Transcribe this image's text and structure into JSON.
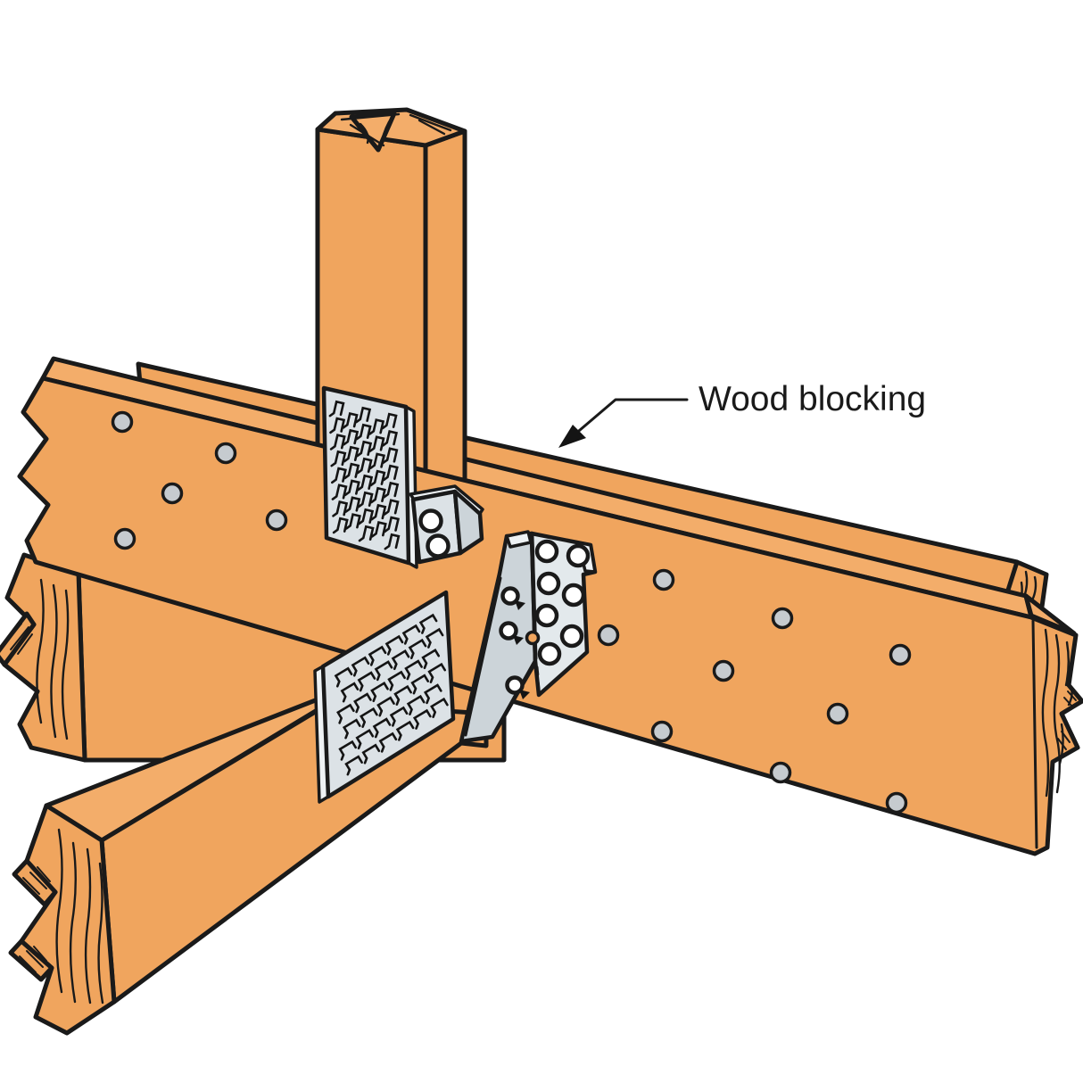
{
  "label": {
    "text": "Wood blocking"
  },
  "colors": {
    "background": "#ffffff",
    "outline": "#1a1a1a",
    "ink": "#141414",
    "wood": "#f0a55e",
    "wood_top": "#f3ad6a",
    "metal": "#dce2e6",
    "metal_light": "#eef2f4",
    "metal_mid": "#ccd4d9",
    "metal_panel": "#e3e9ec",
    "nail_head": "#c6cbcf",
    "hole": "#ffffff"
  },
  "parts": [
    "wood-blocking-rear",
    "wood-blocking-front",
    "vertical-post",
    "broken-joist-middle",
    "diagonal-joist",
    "nail-plate-upper",
    "nail-plate-lower",
    "angle-bracket",
    "joist-hanger"
  ]
}
